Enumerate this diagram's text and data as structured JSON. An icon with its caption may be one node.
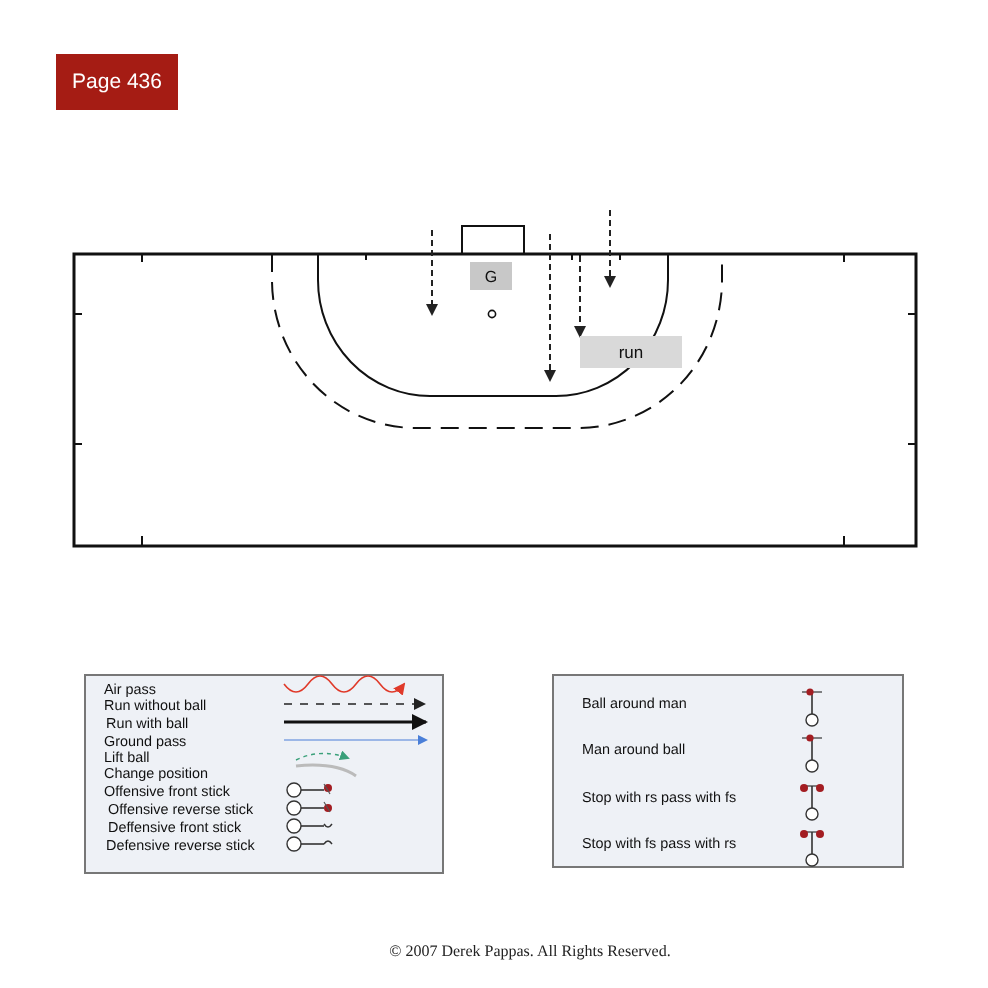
{
  "diagram": {
    "caption": "© 2007 Derek Pappas. All Rights Reserved.",
    "nodes": [
      {
        "text": [
          "Page 436"
        ]
      },
      {
        "text": [
          "G"
        ]
      },
      {
        "text": [
          "run"
        ]
      }
    ],
    "edges": [
      {
        "from": null,
        "to": 2,
        "arrow": "to",
        "style": "dashed"
      }
    ],
    "legend": [
      {
        "text": "Air pass"
      },
      {
        "text": "Run without ball"
      },
      {
        "text": "Run with ball"
      },
      {
        "text": "Ground pass"
      },
      {
        "text": "Lift ball"
      },
      {
        "text": "Change position"
      },
      {
        "text": "Offensive front stick"
      },
      {
        "text": "Offensive reverse stick"
      },
      {
        "text": "Deffensive front stick"
      },
      {
        "text": "Defensive reverse stick"
      },
      {
        "text": "Ball around man"
      },
      {
        "text": "Man around ball"
      },
      {
        "text": "Stop with rs pass with fs"
      },
      {
        "text": "Stop with fs pass with rs"
      }
    ]
  }
}
